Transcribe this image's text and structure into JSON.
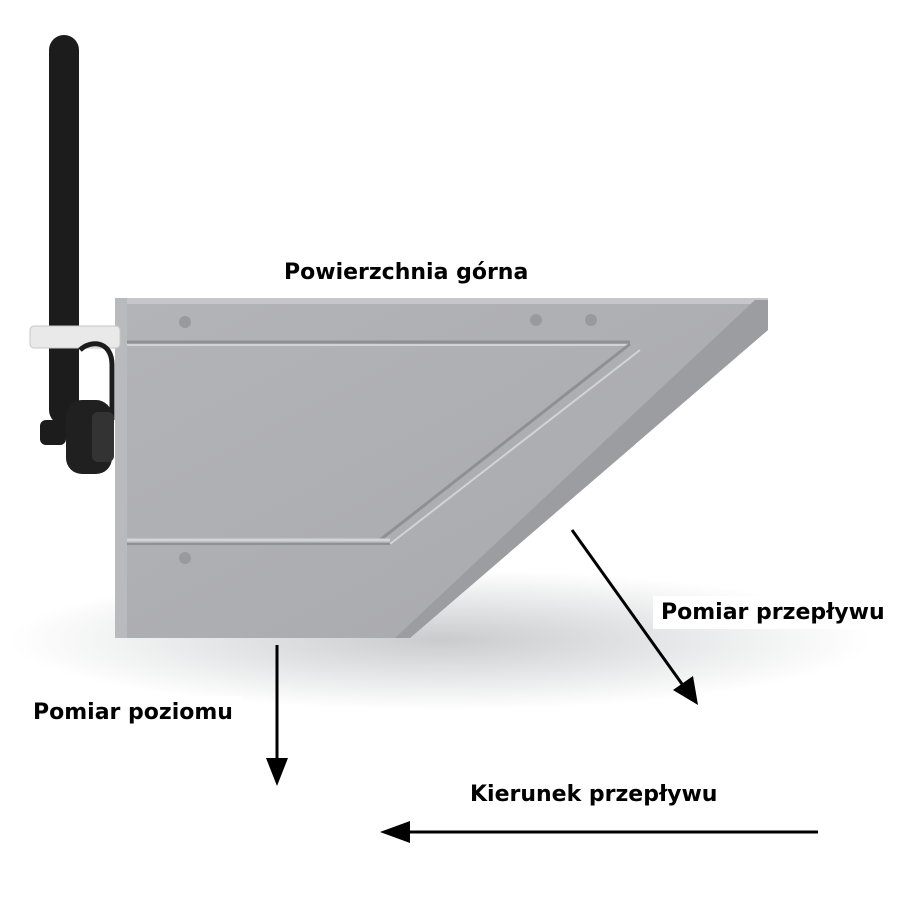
{
  "labels": {
    "top_surface": "Powierzchnia górna",
    "flow_measurement": "Pomiar przepływu",
    "level_measurement": "Pomiar poziomu",
    "flow_direction": "Kierunek przepływu"
  },
  "colors": {
    "body_light": "#b9babd",
    "body_dark": "#9a9b9f",
    "antenna": "#1c1c1c",
    "shadow": "#d7d9db",
    "arrow": "#000000"
  },
  "icons": [
    "antenna-icon",
    "connector-icon"
  ]
}
